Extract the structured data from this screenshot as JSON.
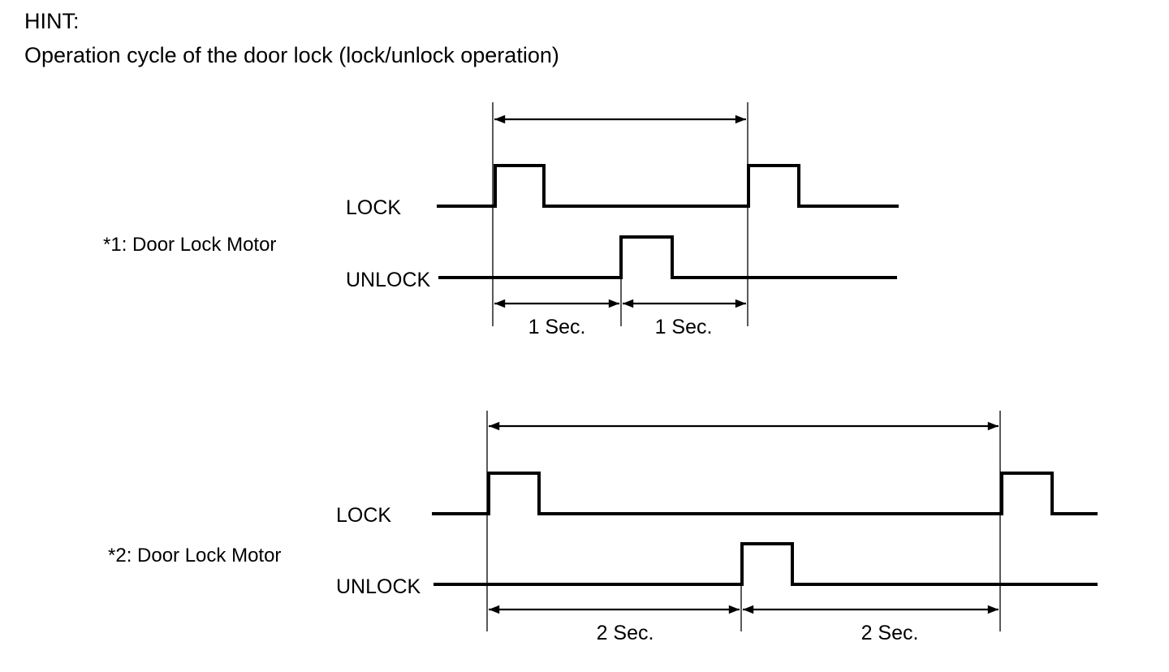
{
  "hint": {
    "title": "HINT:",
    "subtitle": "Operation cycle of the door lock (lock/unlock operation)"
  },
  "diagrams": [
    {
      "motor_label": "*1: Door Lock Motor",
      "lock_label": "LOCK",
      "unlock_label": "UNLOCK",
      "intervals": [
        "1 Sec.",
        "1 Sec."
      ]
    },
    {
      "motor_label": "*2: Door Lock Motor",
      "lock_label": "LOCK",
      "unlock_label": "UNLOCK",
      "intervals": [
        "2 Sec.",
        "2 Sec."
      ]
    }
  ],
  "colors": {
    "line": "#000000",
    "background": "#ffffff"
  }
}
